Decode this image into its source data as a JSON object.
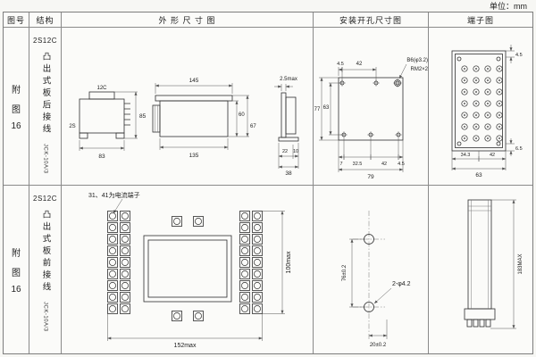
{
  "unit": "单位：mm",
  "headers": {
    "fig": "图号",
    "structure": "结构",
    "outline": "外 形 尺 寸 图",
    "mounting": "安装开孔尺寸图",
    "terminal": "端子图"
  },
  "row1": {
    "fig": [
      "附",
      "图",
      "16"
    ],
    "model": "2S12C",
    "desc": "凸出式板后接线",
    "code": "JCK-10A/3",
    "outline": {
      "c12": "12C",
      "s2": "2S",
      "d83": "83",
      "d85": "85",
      "d145": "145",
      "d135": "135",
      "d60": "60",
      "d67": "67",
      "d25": "2.5max",
      "d22": "22",
      "d10": "10",
      "d38": "38"
    },
    "mounting": {
      "d45a": "4.5",
      "d42a": "42",
      "b6": "B6(φ3.2)",
      "rm": "RM2×2",
      "d77": "77",
      "d63": "63",
      "d7": "7",
      "d325": "32.5",
      "d42b": "42",
      "d45b": "4.5",
      "d79": "79"
    },
    "terminal": {
      "d45": "4.5",
      "d65": "6.5",
      "d343": "34.3",
      "d42": "42",
      "d63": "63"
    }
  },
  "row2": {
    "fig": [
      "附",
      "图",
      "16"
    ],
    "model": "2S12C",
    "desc": "凸出式板前接线",
    "code": "JCK-10A/3",
    "outline": {
      "note": "31、41为电流端子",
      "d152": "152max",
      "d100": "100max"
    },
    "mounting": {
      "d76": "76±0.2",
      "dphi": "2-φ4.2",
      "d20": "20±0.2"
    },
    "terminal": {
      "d183": "183MAX"
    }
  }
}
